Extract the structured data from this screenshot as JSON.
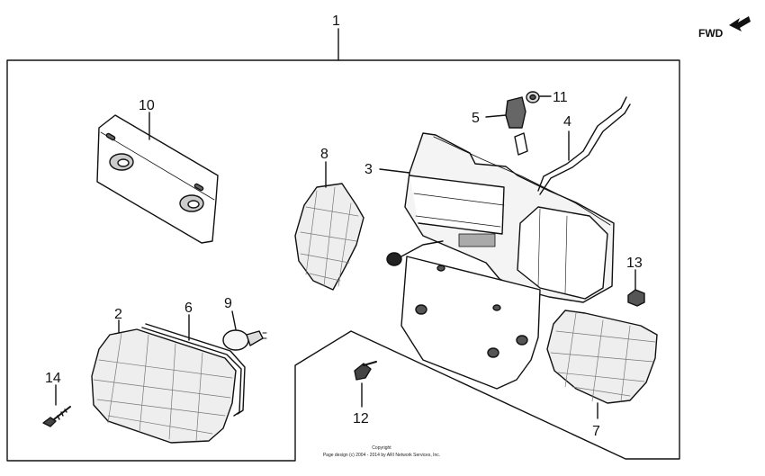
{
  "fwd_label": "FWD",
  "callouts": [
    "1",
    "2",
    "3",
    "4",
    "5",
    "6",
    "7",
    "8",
    "9",
    "10",
    "11",
    "12",
    "13",
    "14"
  ],
  "copyright": {
    "line1": "Copyright",
    "line2": "Page design (c) 2004 - 2014 by ARI Network Services, Inc."
  }
}
